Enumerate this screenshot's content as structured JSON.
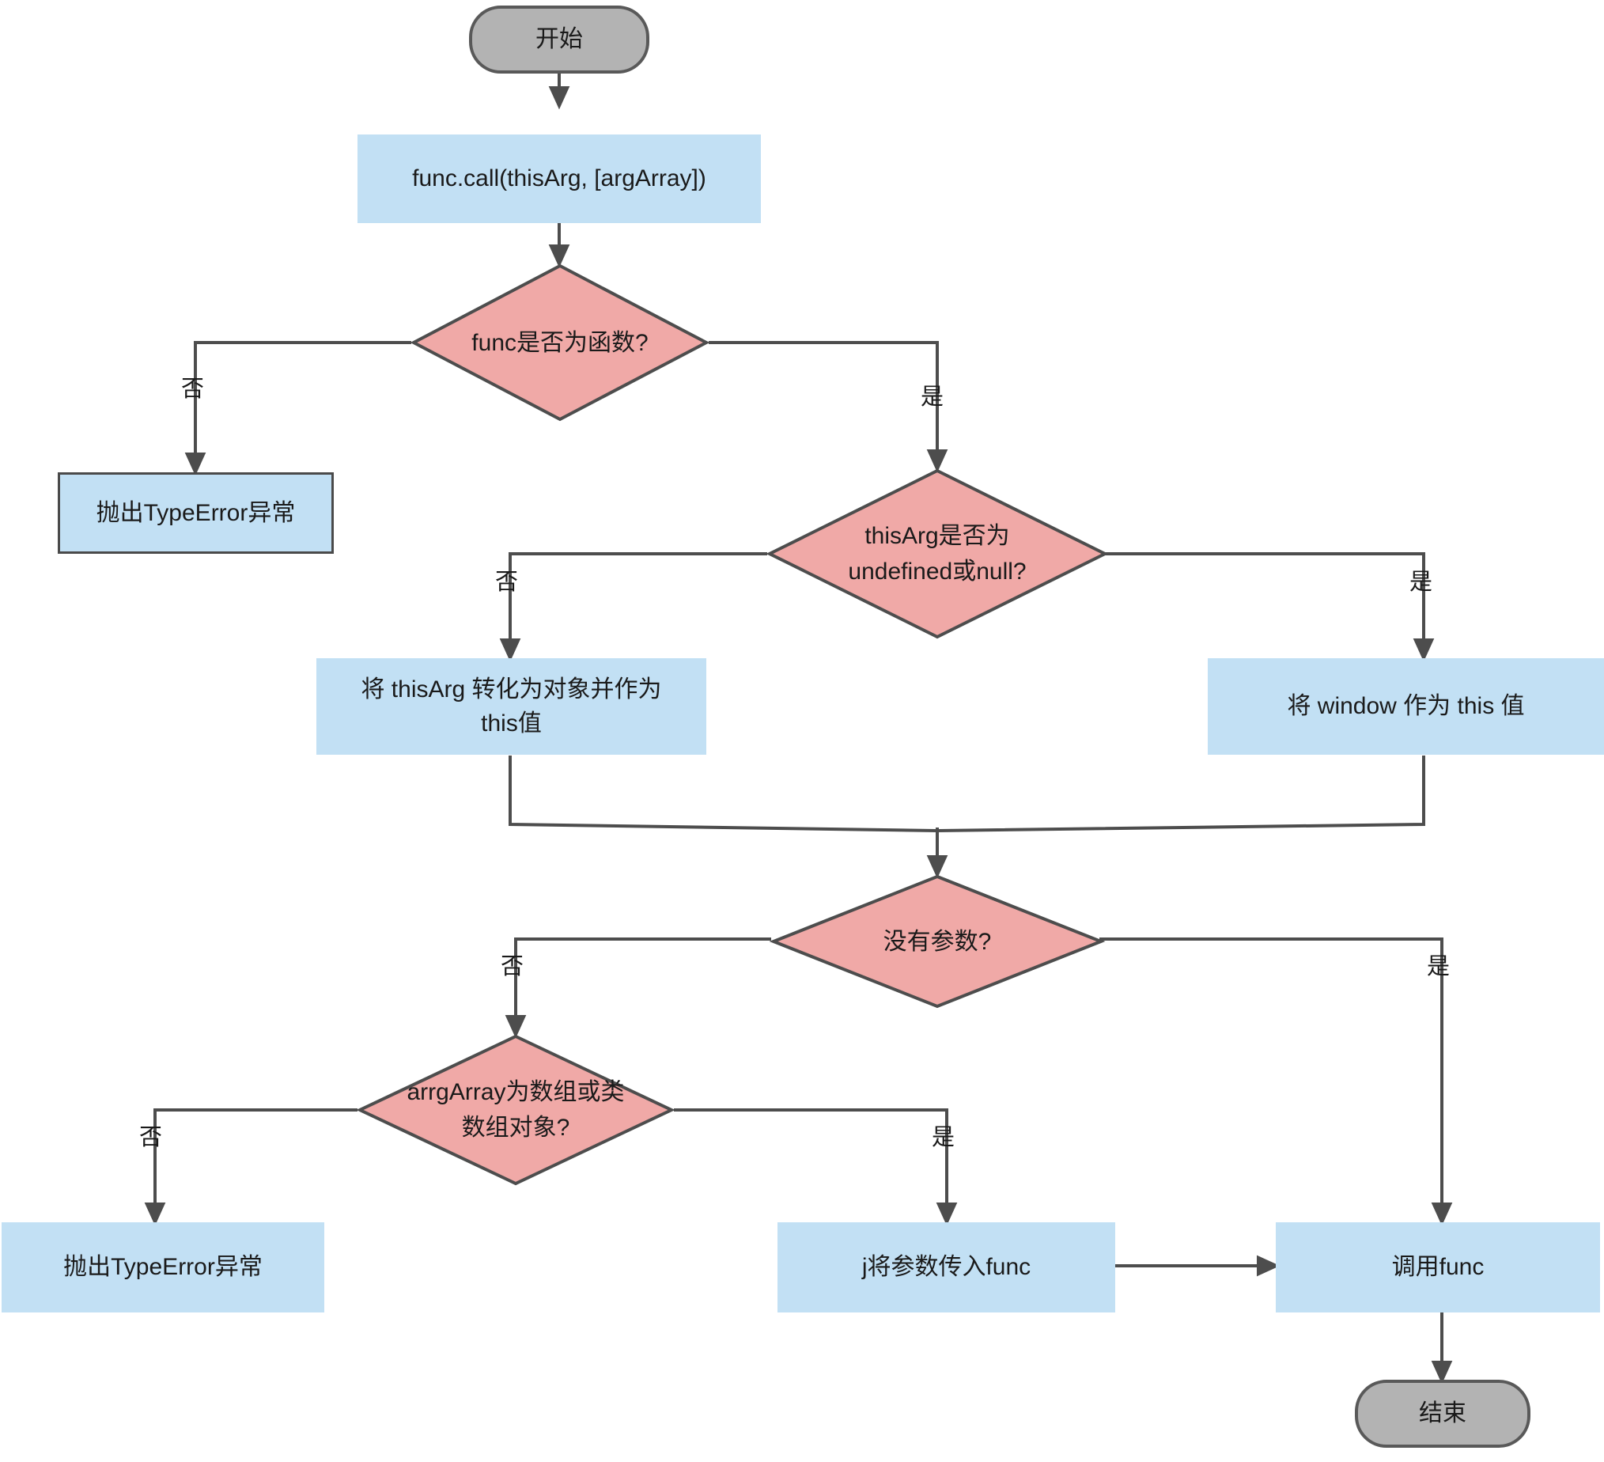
{
  "diagram": {
    "type": "flowchart",
    "title": "func.call flow",
    "colors": {
      "process_fill": "#c2e0f4",
      "decision_fill": "#f0a9a7",
      "terminal_fill": "#b3b3b3",
      "stroke": "#4d4d4d",
      "text": "#1a1a1a",
      "background": "#ffffff"
    },
    "nodes": [
      {
        "id": "start",
        "shape": "terminal",
        "label": "开始"
      },
      {
        "id": "funccall",
        "shape": "process",
        "label": "func.call(thisArg, [argArray])"
      },
      {
        "id": "isfunc",
        "shape": "decision",
        "label": "func是否为函数?"
      },
      {
        "id": "typeerror1",
        "shape": "process",
        "label": "抛出TypeError异常"
      },
      {
        "id": "isnull",
        "shape": "decision",
        "label": "thisArg是否为\nundefined或null?"
      },
      {
        "id": "toobject",
        "shape": "process",
        "label": "将 thisArg 转化为对象并作为\nthis值"
      },
      {
        "id": "usewindow",
        "shape": "process",
        "label": "将 window 作为 this 值"
      },
      {
        "id": "noargs",
        "shape": "decision",
        "label": "没有参数?"
      },
      {
        "id": "isarraylike",
        "shape": "decision",
        "label": "arrgArray为数组或类\n数组对象?"
      },
      {
        "id": "typeerror2",
        "shape": "process",
        "label": "抛出TypeError异常"
      },
      {
        "id": "passargs",
        "shape": "process",
        "label": "j将参数传入func"
      },
      {
        "id": "invokefunc",
        "shape": "process",
        "label": "调用func"
      },
      {
        "id": "end",
        "shape": "terminal",
        "label": "结束"
      }
    ],
    "edges": [
      {
        "from": "start",
        "to": "funccall",
        "label": ""
      },
      {
        "from": "funccall",
        "to": "isfunc",
        "label": ""
      },
      {
        "from": "isfunc",
        "to": "typeerror1",
        "label": "否"
      },
      {
        "from": "isfunc",
        "to": "isnull",
        "label": "是"
      },
      {
        "from": "isnull",
        "to": "toobject",
        "label": "否"
      },
      {
        "from": "isnull",
        "to": "usewindow",
        "label": "是"
      },
      {
        "from": "toobject",
        "to": "noargs",
        "label": ""
      },
      {
        "from": "usewindow",
        "to": "noargs",
        "label": ""
      },
      {
        "from": "noargs",
        "to": "isarraylike",
        "label": "否"
      },
      {
        "from": "noargs",
        "to": "invokefunc",
        "label": "是"
      },
      {
        "from": "isarraylike",
        "to": "typeerror2",
        "label": "否"
      },
      {
        "from": "isarraylike",
        "to": "passargs",
        "label": "是"
      },
      {
        "from": "passargs",
        "to": "invokefunc",
        "label": ""
      },
      {
        "from": "invokefunc",
        "to": "end",
        "label": ""
      }
    ],
    "edge_labels": {
      "isfunc_no": "否",
      "isfunc_yes": "是",
      "isnull_no": "否",
      "isnull_yes": "是",
      "noargs_no": "否",
      "noargs_yes": "是",
      "isarraylike_no": "否",
      "isarraylike_yes": "是"
    }
  }
}
